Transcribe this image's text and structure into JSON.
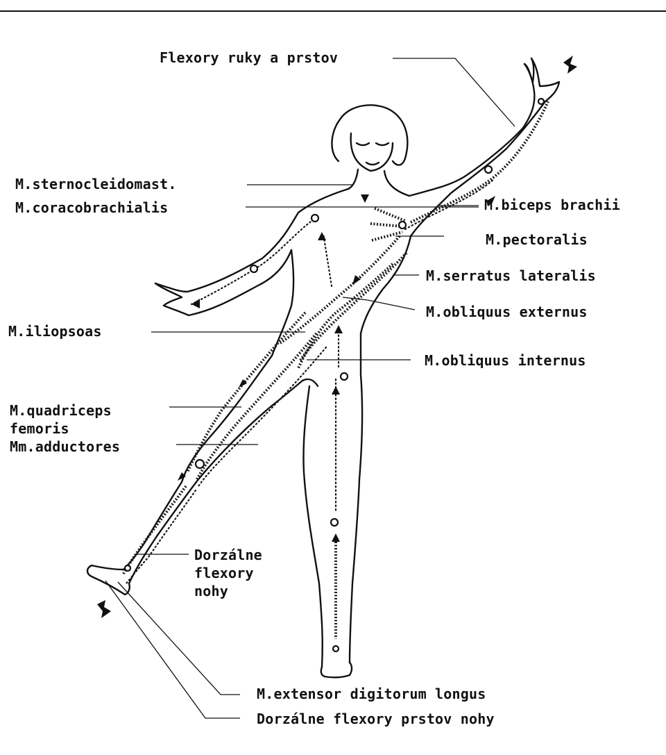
{
  "labels": {
    "flexory_ruky": "Flexory ruky a prstov",
    "sternocleidomast": "M.sternocleidomast.",
    "coracobrachialis": "M.coracobrachialis",
    "biceps_brachii": "M.biceps brachii",
    "pectoralis": "M.pectoralis",
    "serratus_lateralis": "M.serratus lateralis",
    "obliquus_externus": "M.obliquus externus",
    "iliopsoas": "M.iliopsoas",
    "obliquus_internus": "M.obliquus internus",
    "quadriceps_line1": "M.quadriceps",
    "quadriceps_line2": "femoris",
    "adductores": "Mm.adductores",
    "dorzalne_nohy_line1": "Dorzálne",
    "dorzalne_nohy_line2": "flexory",
    "dorzalne_nohy_line3": "nohy",
    "extensor_digitorum": "M.extensor digitorum longus",
    "dorzalne_prstov": "Dorzálne flexory prstov nohy"
  }
}
